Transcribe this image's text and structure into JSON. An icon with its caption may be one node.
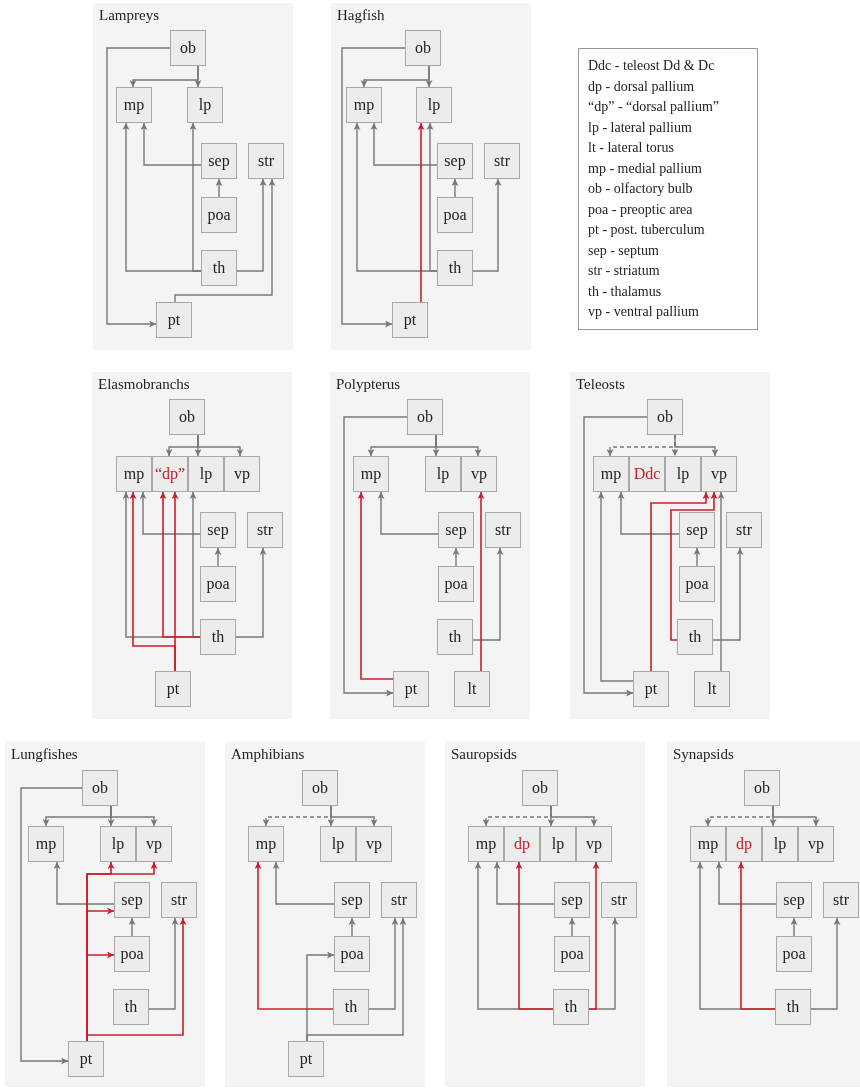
{
  "diagram": {
    "nodes": [
      {
        "text": [
          "Lampreys"
        ]
      },
      {
        "text": [
          "ob"
        ],
        "in": 0
      },
      {
        "text": [
          "mp"
        ],
        "in": 0
      },
      {
        "text": [
          "lp"
        ],
        "in": 0
      },
      {
        "text": [
          "sep"
        ],
        "in": 0
      },
      {
        "text": [
          "str"
        ],
        "in": 0
      },
      {
        "text": [
          "poa"
        ],
        "in": 0
      },
      {
        "text": [
          "th"
        ],
        "in": 0
      },
      {
        "text": [
          "pt"
        ],
        "in": 0
      },
      {
        "text": [
          "Hagfish"
        ]
      },
      {
        "text": [
          "ob"
        ],
        "in": 9
      },
      {
        "text": [
          "mp"
        ],
        "in": 9
      },
      {
        "text": [
          "lp"
        ],
        "in": 9
      },
      {
        "text": [
          "sep"
        ],
        "in": 9
      },
      {
        "text": [
          "str"
        ],
        "in": 9
      },
      {
        "text": [
          "poa"
        ],
        "in": 9
      },
      {
        "text": [
          "th"
        ],
        "in": 9
      },
      {
        "text": [
          "pt"
        ],
        "in": 9
      },
      {
        "text": [
          "Ddc - teleost Dd & Dc",
          "dp - dorsal pallium",
          "“dp” - “dorsal pallium”",
          "lp - lateral pallium",
          "lt - lateral torus",
          "mp - medial pallium",
          "ob - olfactory bulb",
          "poa - preoptic area",
          "pt - post. tuberculum",
          "sep - septum",
          "str - striatum",
          "th - thalamus",
          "vp - ventral pallium"
        ]
      },
      {
        "text": [
          "Elasmobranchs"
        ]
      },
      {
        "text": [
          "ob"
        ],
        "in": 19
      },
      {
        "text": [
          "mp"
        ],
        "in": 19
      },
      {
        "text": [
          "“dp”"
        ],
        "in": 19
      },
      {
        "text": [
          "lp"
        ],
        "in": 19
      },
      {
        "text": [
          "vp"
        ],
        "in": 19
      },
      {
        "text": [
          "sep"
        ],
        "in": 19
      },
      {
        "text": [
          "str"
        ],
        "in": 19
      },
      {
        "text": [
          "poa"
        ],
        "in": 19
      },
      {
        "text": [
          "th"
        ],
        "in": 19
      },
      {
        "text": [
          "pt"
        ],
        "in": 19
      },
      {
        "text": [
          "Polypterus"
        ]
      },
      {
        "text": [
          "ob"
        ],
        "in": 30
      },
      {
        "text": [
          "mp"
        ],
        "in": 30
      },
      {
        "text": [
          "lp"
        ],
        "in": 30
      },
      {
        "text": [
          "vp"
        ],
        "in": 30
      },
      {
        "text": [
          "sep"
        ],
        "in": 30
      },
      {
        "text": [
          "str"
        ],
        "in": 30
      },
      {
        "text": [
          "poa"
        ],
        "in": 30
      },
      {
        "text": [
          "th"
        ],
        "in": 30
      },
      {
        "text": [
          "pt"
        ],
        "in": 30
      },
      {
        "text": [
          "lt"
        ],
        "in": 30
      },
      {
        "text": [
          "Teleosts"
        ]
      },
      {
        "text": [
          "ob"
        ],
        "in": 41
      },
      {
        "text": [
          "mp"
        ],
        "in": 41
      },
      {
        "text": [
          "Ddc"
        ],
        "in": 41
      },
      {
        "text": [
          "lp"
        ],
        "in": 41
      },
      {
        "text": [
          "vp"
        ],
        "in": 41
      },
      {
        "text": [
          "sep"
        ],
        "in": 41
      },
      {
        "text": [
          "str"
        ],
        "in": 41
      },
      {
        "text": [
          "poa"
        ],
        "in": 41
      },
      {
        "text": [
          "th"
        ],
        "in": 41
      },
      {
        "text": [
          "pt"
        ],
        "in": 41
      },
      {
        "text": [
          "lt"
        ],
        "in": 41
      },
      {
        "text": [
          "Lungfishes"
        ]
      },
      {
        "text": [
          "ob"
        ],
        "in": 53
      },
      {
        "text": [
          "mp"
        ],
        "in": 53
      },
      {
        "text": [
          "lp"
        ],
        "in": 53
      },
      {
        "text": [
          "vp"
        ],
        "in": 53
      },
      {
        "text": [
          "sep"
        ],
        "in": 53
      },
      {
        "text": [
          "str"
        ],
        "in": 53
      },
      {
        "text": [
          "poa"
        ],
        "in": 53
      },
      {
        "text": [
          "th"
        ],
        "in": 53
      },
      {
        "text": [
          "pt"
        ],
        "in": 53
      },
      {
        "text": [
          "Amphibians"
        ]
      },
      {
        "text": [
          "ob"
        ],
        "in": 63
      },
      {
        "text": [
          "mp"
        ],
        "in": 63
      },
      {
        "text": [
          "lp"
        ],
        "in": 63
      },
      {
        "text": [
          "vp"
        ],
        "in": 63
      },
      {
        "text": [
          "sep"
        ],
        "in": 63
      },
      {
        "text": [
          "str"
        ],
        "in": 63
      },
      {
        "text": [
          "poa"
        ],
        "in": 63
      },
      {
        "text": [
          "th"
        ],
        "in": 63
      },
      {
        "text": [
          "pt"
        ],
        "in": 63
      },
      {
        "text": [
          "Sauropsids"
        ]
      },
      {
        "text": [
          "ob"
        ],
        "in": 73
      },
      {
        "text": [
          "mp"
        ],
        "in": 73
      },
      {
        "text": [
          "dp"
        ],
        "in": 73
      },
      {
        "text": [
          "lp"
        ],
        "in": 73
      },
      {
        "text": [
          "vp"
        ],
        "in": 73
      },
      {
        "text": [
          "sep"
        ],
        "in": 73
      },
      {
        "text": [
          "str"
        ],
        "in": 73
      },
      {
        "text": [
          "poa"
        ],
        "in": 73
      },
      {
        "text": [
          "th"
        ],
        "in": 73
      },
      {
        "text": [
          "Synapsids"
        ]
      },
      {
        "text": [
          "ob"
        ],
        "in": 83
      },
      {
        "text": [
          "mp"
        ],
        "in": 83
      },
      {
        "text": [
          "dp"
        ],
        "in": 83
      },
      {
        "text": [
          "lp"
        ],
        "in": 83
      },
      {
        "text": [
          "vp"
        ],
        "in": 83
      },
      {
        "text": [
          "sep"
        ],
        "in": 83
      },
      {
        "text": [
          "str"
        ],
        "in": 83
      },
      {
        "text": [
          "poa"
        ],
        "in": 83
      },
      {
        "text": [
          "th"
        ],
        "in": 83
      }
    ],
    "edges": [
      {
        "from": 1,
        "to": 2,
        "arrow": "to"
      },
      {
        "from": 1,
        "to": 3,
        "arrow": "to"
      },
      {
        "from": 1,
        "to": 8,
        "arrow": "to"
      },
      {
        "from": 4,
        "to": 2,
        "arrow": "to"
      },
      {
        "from": 6,
        "to": 4,
        "arrow": "to"
      },
      {
        "from": 7,
        "to": 2,
        "arrow": "to"
      },
      {
        "from": 7,
        "to": 3,
        "arrow": "to"
      },
      {
        "from": 7,
        "to": 5,
        "arrow": "to"
      },
      {
        "from": 8,
        "to": 5,
        "arrow": "to"
      },
      {
        "from": 10,
        "to": 11,
        "arrow": "to"
      },
      {
        "from": 10,
        "to": 12,
        "arrow": "to"
      },
      {
        "from": 10,
        "to": 17,
        "arrow": "to"
      },
      {
        "from": 13,
        "to": 11,
        "arrow": "to"
      },
      {
        "from": 15,
        "to": 13,
        "arrow": "to"
      },
      {
        "from": 16,
        "to": 11,
        "arrow": "to"
      },
      {
        "from": 16,
        "to": 12,
        "arrow": "to"
      },
      {
        "from": 16,
        "to": 14,
        "arrow": "to"
      },
      {
        "from": 17,
        "to": 12,
        "arrow": "to",
        "color": "#c8202a"
      },
      {
        "from": 20,
        "to": 22,
        "arrow": "to"
      },
      {
        "from": 20,
        "to": 23,
        "arrow": "to"
      },
      {
        "from": 20,
        "to": 24,
        "arrow": "to"
      },
      {
        "from": 25,
        "to": 21,
        "arrow": "to"
      },
      {
        "from": 27,
        "to": 25,
        "arrow": "to"
      },
      {
        "from": 28,
        "to": 21,
        "arrow": "to"
      },
      {
        "from": 28,
        "to": 23,
        "arrow": "to"
      },
      {
        "from": 28,
        "to": 26,
        "arrow": "to"
      },
      {
        "from": 28,
        "to": 22,
        "arrow": "to",
        "color": "#c8202a"
      },
      {
        "from": 29,
        "to": 21,
        "arrow": "to",
        "color": "#c8202a"
      },
      {
        "from": 29,
        "to": 22,
        "arrow": "to",
        "color": "#c8202a"
      },
      {
        "from": 31,
        "to": 32,
        "arrow": "to"
      },
      {
        "from": 31,
        "to": 33,
        "arrow": "to"
      },
      {
        "from": 31,
        "to": 34,
        "arrow": "to"
      },
      {
        "from": 31,
        "to": 39,
        "arrow": "to"
      },
      {
        "from": 35,
        "to": 32,
        "arrow": "to"
      },
      {
        "from": 37,
        "to": 35,
        "arrow": "to"
      },
      {
        "from": 38,
        "to": 36,
        "arrow": "to"
      },
      {
        "from": 39,
        "to": 32,
        "arrow": "to",
        "color": "#c8202a"
      },
      {
        "from": 40,
        "to": 34,
        "arrow": "to",
        "color": "#c8202a"
      },
      {
        "from": 42,
        "to": 43,
        "arrow": "to",
        "style": "dashed"
      },
      {
        "from": 42,
        "to": 45,
        "arrow": "to",
        "style": "dashed"
      },
      {
        "from": 42,
        "to": 46,
        "arrow": "to"
      },
      {
        "from": 42,
        "to": 51,
        "arrow": "to"
      },
      {
        "from": 47,
        "to": 43,
        "arrow": "to"
      },
      {
        "from": 49,
        "to": 47,
        "arrow": "to"
      },
      {
        "from": 50,
        "to": 48,
        "arrow": "to"
      },
      {
        "from": 51,
        "to": 43,
        "arrow": "to"
      },
      {
        "from": 50,
        "to": 46,
        "arrow": "to",
        "color": "#c8202a"
      },
      {
        "from": 51,
        "to": 46,
        "arrow": "to",
        "color": "#c8202a"
      },
      {
        "from": 52,
        "to": 46,
        "arrow": "to"
      },
      {
        "from": 54,
        "to": 55,
        "arrow": "to"
      },
      {
        "from": 54,
        "to": 56,
        "arrow": "to"
      },
      {
        "from": 54,
        "to": 57,
        "arrow": "to"
      },
      {
        "from": 54,
        "to": 62,
        "arrow": "to"
      },
      {
        "from": 58,
        "to": 55,
        "arrow": "to"
      },
      {
        "from": 60,
        "to": 58,
        "arrow": "to"
      },
      {
        "from": 61,
        "to": 59,
        "arrow": "to"
      },
      {
        "from": 62,
        "to": 56,
        "arrow": "to",
        "color": "#c8202a"
      },
      {
        "from": 62,
        "to": 57,
        "arrow": "to",
        "color": "#c8202a"
      },
      {
        "from": 62,
        "to": 58,
        "arrow": "to",
        "color": "#c8202a"
      },
      {
        "from": 62,
        "to": 60,
        "arrow": "to",
        "color": "#c8202a"
      },
      {
        "from": 62,
        "to": 59,
        "arrow": "to",
        "color": "#c8202a"
      },
      {
        "from": 64,
        "to": 65,
        "arrow": "to",
        "style": "dashed"
      },
      {
        "from": 64,
        "to": 66,
        "arrow": "to"
      },
      {
        "from": 64,
        "to": 67,
        "arrow": "to"
      },
      {
        "from": 68,
        "to": 65,
        "arrow": "to"
      },
      {
        "from": 70,
        "to": 68,
        "arrow": "to"
      },
      {
        "from": 71,
        "to": 69,
        "arrow": "to"
      },
      {
        "from": 71,
        "to": 65,
        "arrow": "to",
        "color": "#c8202a"
      },
      {
        "from": 72,
        "to": 70,
        "arrow": "to"
      },
      {
        "from": 72,
        "to": 69,
        "arrow": "to"
      },
      {
        "from": 74,
        "to": 75,
        "arrow": "to",
        "style": "dashed"
      },
      {
        "from": 74,
        "to": 77,
        "arrow": "to"
      },
      {
        "from": 74,
        "to": 78,
        "arrow": "to"
      },
      {
        "from": 79,
        "to": 75,
        "arrow": "to"
      },
      {
        "from": 81,
        "to": 79,
        "arrow": "to"
      },
      {
        "from": 82,
        "to": 75,
        "arrow": "to"
      },
      {
        "from": 82,
        "to": 76,
        "arrow": "to",
        "color": "#c8202a"
      },
      {
        "from": 82,
        "to": 80,
        "arrow": "to"
      },
      {
        "from": 82,
        "to": 78,
        "arrow": "to",
        "color": "#c8202a"
      },
      {
        "from": 84,
        "to": 85,
        "arrow": "to",
        "style": "dashed"
      },
      {
        "from": 84,
        "to": 87,
        "arrow": "to"
      },
      {
        "from": 84,
        "to": 88,
        "arrow": "to"
      },
      {
        "from": 89,
        "to": 85,
        "arrow": "to"
      },
      {
        "from": 91,
        "to": 89,
        "arrow": "to"
      },
      {
        "from": 92,
        "to": 85,
        "arrow": "to"
      },
      {
        "from": 92,
        "to": 86,
        "arrow": "to",
        "color": "#c8202a"
      },
      {
        "from": 92,
        "to": 90,
        "arrow": "to"
      }
    ]
  }
}
